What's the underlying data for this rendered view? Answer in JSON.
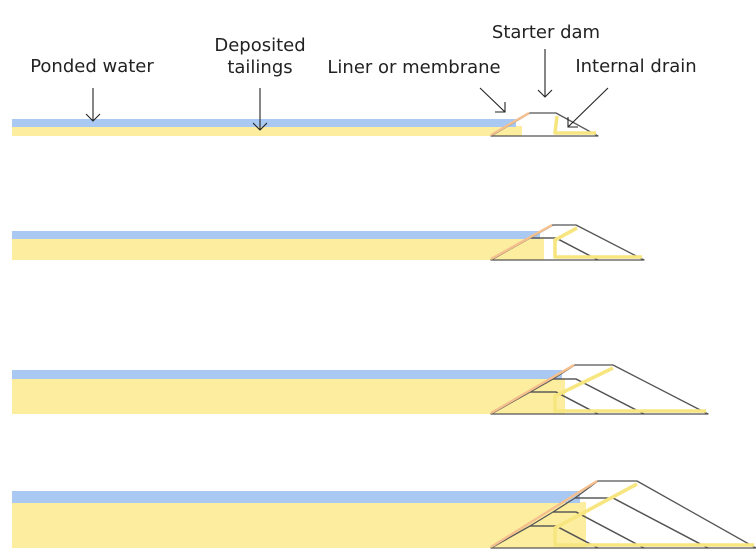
{
  "labels": {
    "ponded_water": "Ponded water",
    "deposited_tailings_line1": "Deposited",
    "deposited_tailings_line2": "tailings",
    "liner": "Liner or membrane",
    "starter_dam": "Starter dam",
    "internal_drain": "Internal drain"
  },
  "colors": {
    "water": "#a9c8f2",
    "tailings": "#fcee9e",
    "drain": "#f7e680",
    "liner": "#f5c08e",
    "outline": "#555555",
    "arrow": "#222222"
  },
  "stages": [
    {
      "stage": 1,
      "embankment_raises": 0
    },
    {
      "stage": 2,
      "embankment_raises": 1
    },
    {
      "stage": 3,
      "embankment_raises": 2
    },
    {
      "stage": 4,
      "embankment_raises": 3
    }
  ]
}
